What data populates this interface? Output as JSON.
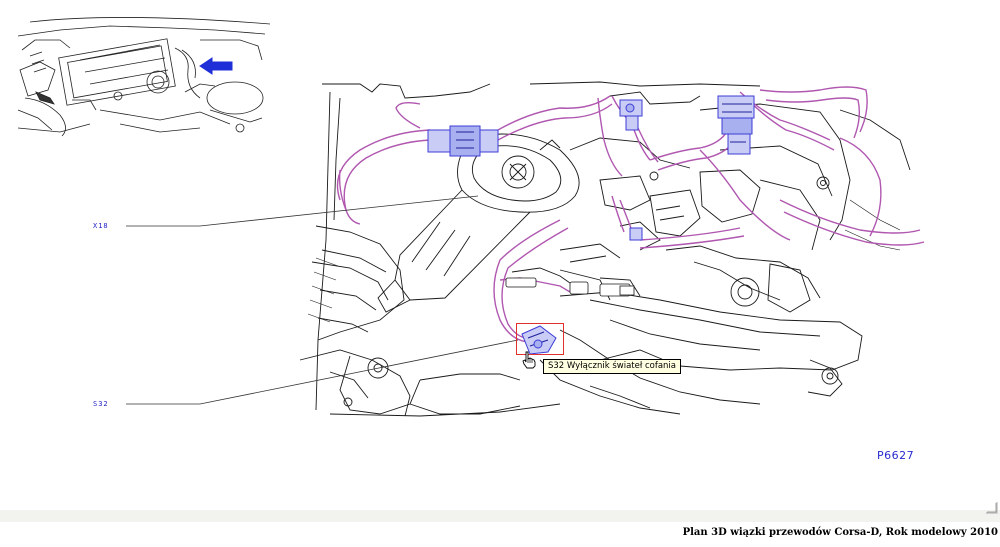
{
  "viewer": {
    "page_code": "P6627",
    "callouts": [
      {
        "id": "x18",
        "label": "X18"
      },
      {
        "id": "s32",
        "label": "S32"
      }
    ],
    "tooltip": "S32 Wyłącznik świateł cofania",
    "selected_component": "S32",
    "colors": {
      "harness": "#b057b0",
      "connector": "#3d3dd6",
      "selection": "#e03030",
      "callout_text": "#2323c8"
    },
    "icons": [
      "hand-pointer-icon",
      "arrow-left-icon",
      "resize-grip-icon"
    ]
  },
  "footer": {
    "caption": "Plan 3D wiązki przewodów Corsa-D, Rok modelowy 2010"
  }
}
